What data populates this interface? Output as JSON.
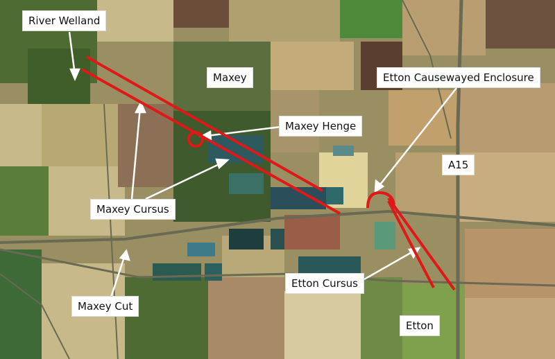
{
  "map": {
    "colors": {
      "field_dark": "#4f6b34",
      "field_light": "#b8a874",
      "field_plowed": "#8c7055",
      "water": "#2c5a5f",
      "monument": "#e01818",
      "arrow": "#ffffff"
    },
    "labels": {
      "river_welland": "River Welland",
      "maxey": "Maxey",
      "etton_causewayed_enclosure": "Etton Causewayed Enclosure",
      "maxey_henge": "Maxey Henge",
      "a15": "A15",
      "maxey_cursus": "Maxey Cursus",
      "etton_cursus": "Etton Cursus",
      "maxey_cut": "Maxey Cut",
      "etton": "Etton"
    }
  }
}
